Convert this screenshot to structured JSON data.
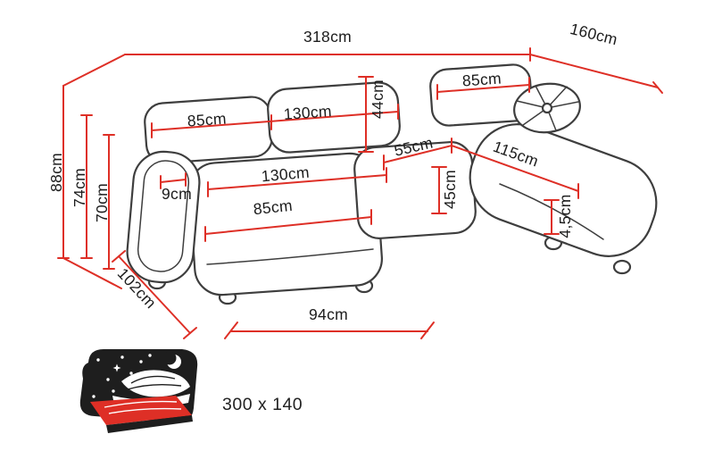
{
  "diagram": {
    "type": "corner-sofa-dimension-diagram",
    "unit": "cm",
    "dimensions": {
      "total_width": "318cm",
      "chaise_depth": "160cm",
      "overall_height": "88cm",
      "backrest_height": "74cm",
      "armrest_height": "70cm",
      "back_cushion_left": "85cm",
      "back_cushion_middle": "130cm",
      "back_cushion_height": "44cm",
      "back_cushion_right": "85cm",
      "corner_width": "55cm",
      "chaise_length": "115cm",
      "seat_width": "130cm",
      "seat_height": "45cm",
      "seat_depth": "85cm",
      "armrest_width": "9cm",
      "leg_height": "4,5cm",
      "side_depth": "102cm",
      "front_width": "94cm"
    },
    "sleeping_area": {
      "label": "300 x 140"
    },
    "colors": {
      "dimension_line": "#de2f26",
      "outline": "#3e3e3e",
      "icon_black": "#1e1e1e",
      "icon_red": "#de2f26"
    }
  }
}
